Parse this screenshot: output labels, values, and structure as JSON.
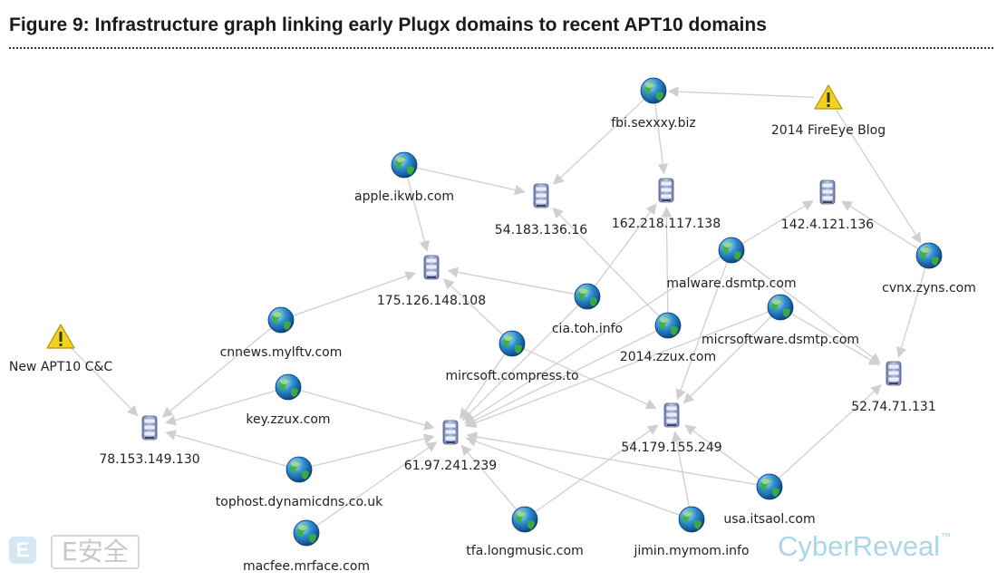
{
  "figure": {
    "title": "Figure 9: Infrastructure graph linking early Plugx domains to recent APT10 domains"
  },
  "watermarks": {
    "left_badge": "E",
    "left_text": "E安全",
    "brand": "CyberReveal",
    "brand_tm": "™"
  },
  "colors": {
    "edge": "#cfcfcf",
    "globe": "#2e8fd4",
    "globe_land": "#3fae3a",
    "server": "#8c9bc4",
    "warning": "#f2d21c",
    "brand": "#a9d6e8"
  },
  "nodes": {
    "fbi": {
      "label": "fbi.sexxxy.biz",
      "type": "domain"
    },
    "fireeye": {
      "label": "2014 FireEye Blog",
      "type": "report"
    },
    "apple": {
      "label": "apple.ikwb.com",
      "type": "domain"
    },
    "ip54183": {
      "label": "54.183.136.16",
      "type": "ip"
    },
    "ip162": {
      "label": "162.218.117.138",
      "type": "ip"
    },
    "ip142": {
      "label": "142.4.121.136",
      "type": "ip"
    },
    "malware": {
      "label": "malware.dsmtp.com",
      "type": "domain"
    },
    "cvnx": {
      "label": "cvnx.zyns.com",
      "type": "domain"
    },
    "ip175": {
      "label": "175.126.148.108",
      "type": "ip"
    },
    "cia": {
      "label": "cia.toh.info",
      "type": "domain"
    },
    "zzux2014": {
      "label": "2014.zzux.com",
      "type": "domain"
    },
    "micrsoftware": {
      "label": "micrsoftware.dsmtp.com",
      "type": "domain"
    },
    "newapt": {
      "label": "New APT10 C&C",
      "type": "report"
    },
    "cnnews": {
      "label": "cnnews.mylftv.com",
      "type": "domain"
    },
    "mircsoft": {
      "label": "mircsoft.compress.to",
      "type": "domain"
    },
    "ip52": {
      "label": "52.74.71.131",
      "type": "ip"
    },
    "key": {
      "label": "key.zzux.com",
      "type": "domain"
    },
    "ip78": {
      "label": "78.153.149.130",
      "type": "ip"
    },
    "ip54179": {
      "label": "54.179.155.249",
      "type": "ip"
    },
    "ip61": {
      "label": "61.97.241.239",
      "type": "ip"
    },
    "tophost": {
      "label": "tophost.dynamicdns.co.uk",
      "type": "domain"
    },
    "usa": {
      "label": "usa.itsaol.com",
      "type": "domain"
    },
    "tfa": {
      "label": "tfa.longmusic.com",
      "type": "domain"
    },
    "jimin": {
      "label": "jimin.mymom.info",
      "type": "domain"
    },
    "macfee": {
      "label": "macfee.mrface.com",
      "type": "domain"
    }
  },
  "edges": [
    [
      "fireeye",
      "fbi"
    ],
    [
      "fireeye",
      "cvnx"
    ],
    [
      "fbi",
      "ip54183"
    ],
    [
      "fbi",
      "ip162"
    ],
    [
      "apple",
      "ip54183"
    ],
    [
      "apple",
      "ip175"
    ],
    [
      "zzux2014",
      "ip54183"
    ],
    [
      "cia",
      "ip162"
    ],
    [
      "zzux2014",
      "ip162"
    ],
    [
      "malware",
      "ip142"
    ],
    [
      "cvnx",
      "ip142"
    ],
    [
      "cvnx",
      "ip52"
    ],
    [
      "cia",
      "ip175"
    ],
    [
      "mircsoft",
      "ip175"
    ],
    [
      "cnnews",
      "ip175"
    ],
    [
      "newapt",
      "ip78"
    ],
    [
      "cnnews",
      "ip78"
    ],
    [
      "key",
      "ip78"
    ],
    [
      "tophost",
      "ip78"
    ],
    [
      "key",
      "ip61"
    ],
    [
      "tophost",
      "ip61"
    ],
    [
      "macfee",
      "ip61"
    ],
    [
      "mircsoft",
      "ip61"
    ],
    [
      "cia",
      "ip61"
    ],
    [
      "zzux2014",
      "ip61"
    ],
    [
      "malware",
      "ip61"
    ],
    [
      "micrsoftware",
      "ip61"
    ],
    [
      "usa",
      "ip61"
    ],
    [
      "jimin",
      "ip61"
    ],
    [
      "tfa",
      "ip61"
    ],
    [
      "malware",
      "ip54179"
    ],
    [
      "micrsoftware",
      "ip54179"
    ],
    [
      "mircsoft",
      "ip54179"
    ],
    [
      "jimin",
      "ip54179"
    ],
    [
      "usa",
      "ip54179"
    ],
    [
      "tfa",
      "ip54179"
    ],
    [
      "micrsoftware",
      "ip52"
    ],
    [
      "malware",
      "ip52"
    ],
    [
      "usa",
      "ip52"
    ]
  ]
}
